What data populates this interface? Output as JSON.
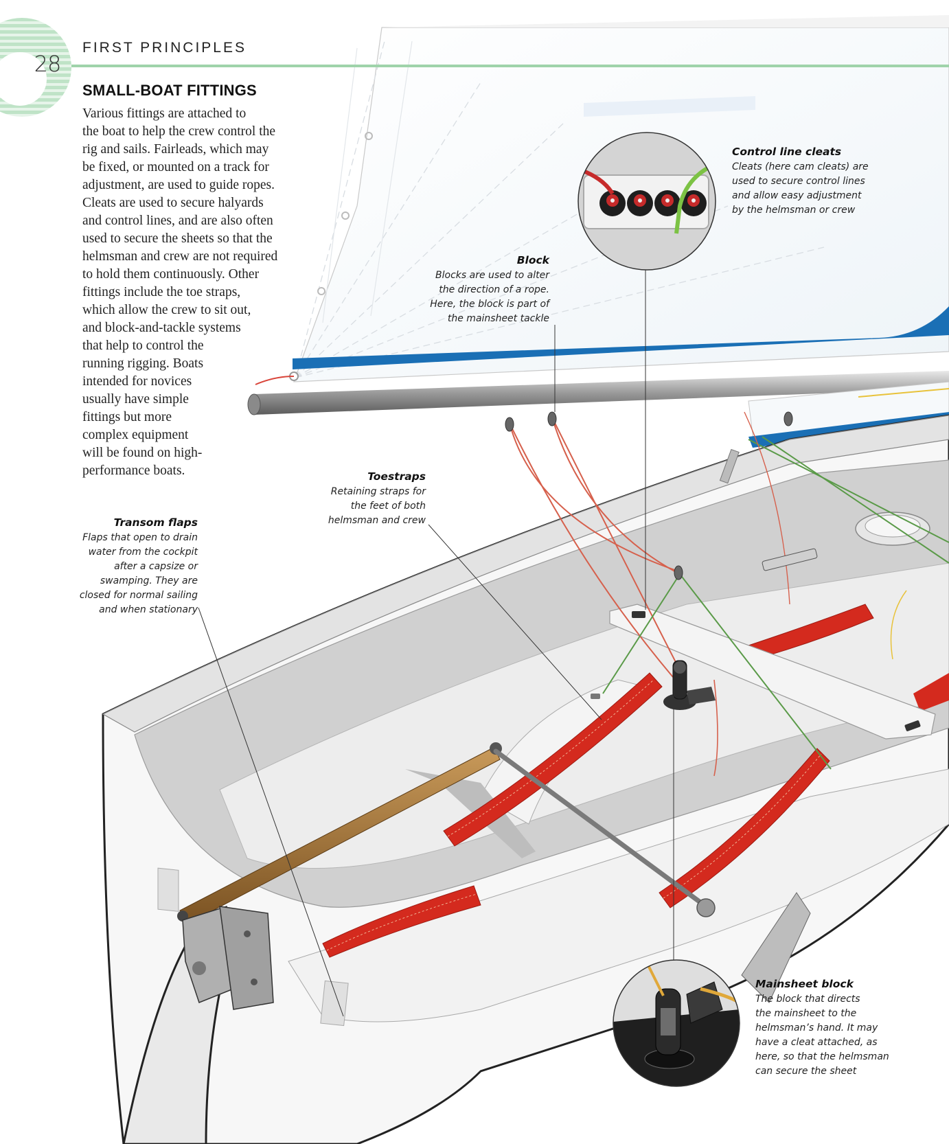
{
  "header": {
    "page_number": "28",
    "running_head": "FIRST PRINCIPLES"
  },
  "section": {
    "title": "SMALL-BOAT FITTINGS",
    "body_lines": [
      "Various fittings are attached to",
      "the boat to help the crew control the",
      "rig and sails. Fairleads, which may",
      "be fixed, or mounted on a track for",
      "adjustment, are used to guide ropes.",
      "Cleats are used to secure halyards",
      "and control lines, and are also often",
      "used to secure the sheets so that the",
      "helmsman and crew are not required",
      "to hold them continuously. Other",
      "fittings include the toe straps,",
      "which allow the crew to sit out,",
      "and block-and-tackle systems",
      "that help to control the",
      "running rigging. Boats",
      "intended for novices",
      "usually have simple",
      "fittings but more",
      "complex equipment",
      "will be found on high-",
      "performance boats."
    ]
  },
  "callouts": {
    "control_line_cleats": {
      "title": "Control line cleats",
      "lines": [
        "Cleats (here cam cleats) are",
        "used to secure control lines",
        "and allow easy adjustment",
        "by the helmsman or crew"
      ]
    },
    "block": {
      "title": "Block",
      "lines": [
        "Blocks are used to alter",
        "the direction of a rope.",
        "Here, the block is part of",
        "the mainsheet tackle"
      ]
    },
    "toestraps": {
      "title": "Toestraps",
      "lines": [
        "Retaining straps for",
        "the feet of both",
        "helmsman and crew"
      ]
    },
    "transom_flaps": {
      "title": "Transom flaps",
      "lines": [
        "Flaps that open to drain",
        "water from the cockpit",
        "after a capsize or",
        "swamping. They are",
        "closed for normal sailing",
        "and when stationary"
      ]
    },
    "mainsheet_block": {
      "title": "Mainsheet block",
      "lines": [
        "The block that directs",
        "the mainsheet to the",
        "helmsman’s hand. It may",
        "have a cleat attached, as",
        "here, so that the helmsman",
        "can secure the sheet"
      ]
    }
  },
  "colors": {
    "accent_green": "#9fd3aa",
    "sail_blue": "#1a6fb5",
    "toestrap_red": "#d42a1e",
    "tiller_wood": "#9c6b2f",
    "hull_grey": "#cfcfcf"
  }
}
